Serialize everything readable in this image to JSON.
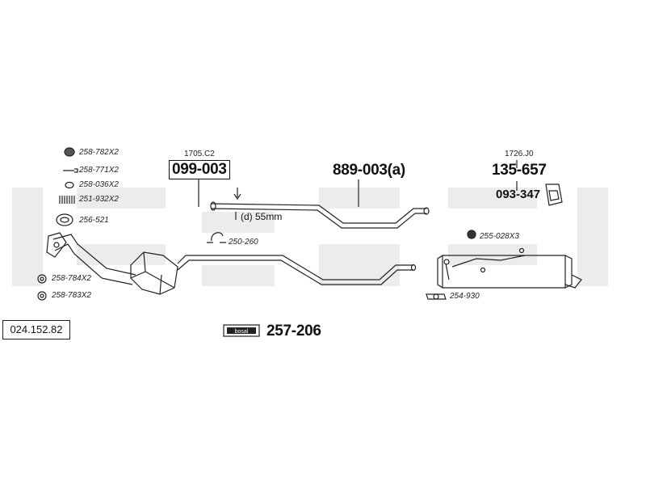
{
  "watermark": {
    "brand": "bosal"
  },
  "catalog_number": "024.152.82",
  "left_parts": [
    {
      "code": "258-782X2",
      "icon": "rubber-mount-icon"
    },
    {
      "code": "258-771X2",
      "icon": "bolt-icon"
    },
    {
      "code": "258-036X2",
      "icon": "nut-icon"
    },
    {
      "code": "251-932X2",
      "icon": "spring-icon"
    },
    {
      "code": "256-521",
      "icon": "gasket-ring-icon"
    }
  ],
  "lower_left_parts": [
    {
      "code": "258-784X2",
      "icon": "washer-icon"
    },
    {
      "code": "258-783X2",
      "icon": "washer-icon"
    }
  ],
  "front_pipe": {
    "ref": "1705.C2",
    "code": "099-003",
    "note": "(d) 55mm"
  },
  "middle_pipe": {
    "code": "889-003(a)"
  },
  "clamp": {
    "code": "250-260",
    "icon": "clamp-icon"
  },
  "catalyst": {
    "code": "257-206",
    "brand": "bosal"
  },
  "rear_section": {
    "ref": "1726.J0",
    "code": "135-657",
    "mount_code": "093-347",
    "hanger_code": "255-028X3",
    "gasket_code": "254-930"
  }
}
